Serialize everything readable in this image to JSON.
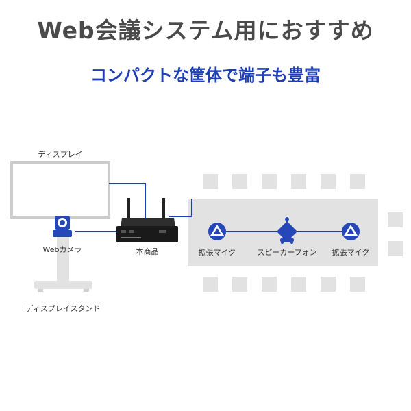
{
  "title": "Web会議システム用におすすめ",
  "subtitle": "コンパクトな筐体で端子も豊富",
  "labels": {
    "display": "ディスプレイ",
    "webcam": "Webカメラ",
    "product": "本商品",
    "mic_left": "拡張マイク",
    "speakerphone": "スピーカーフォン",
    "mic_right": "拡張マイク",
    "display_stand": "ディスプレイスタンド"
  },
  "colors": {
    "cable": "#1e3fb4",
    "device_blue": "#2547b8",
    "title_gray": "#4a4a4a",
    "furniture_gray": "#e2e2e2"
  }
}
